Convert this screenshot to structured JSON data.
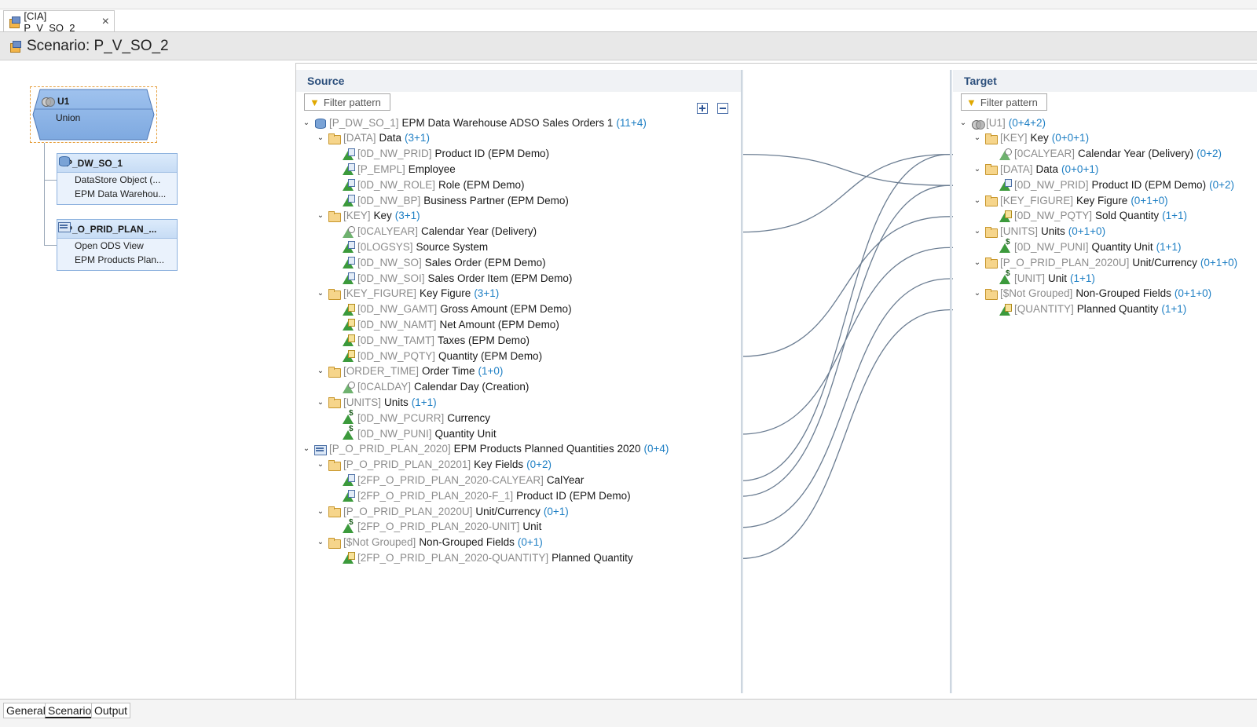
{
  "editor_tab": {
    "label": "[CIA] P_V_SO_2"
  },
  "title": "Scenario: P_V_SO_2",
  "scenario": {
    "union": {
      "name": "U1",
      "type": "Union"
    },
    "nodes": [
      {
        "name": "P_DW_SO_1",
        "line1": "DataStore Object (...",
        "line2": "EPM Data Warehou..."
      },
      {
        "name": "P_O_PRID_PLAN_...",
        "line1": "Open ODS View",
        "line2": "EPM Products Plan..."
      }
    ]
  },
  "source": {
    "header": "Source",
    "filter_placeholder": "Filter pattern",
    "rows": [
      {
        "level": 0,
        "icon": "db",
        "code": "[P_DW_SO_1]",
        "name": "EPM Data Warehouse ADSO Sales Orders 1",
        "count": "(11+4)"
      },
      {
        "level": 1,
        "icon": "folder",
        "code": "[DATA]",
        "name": "Data",
        "count": "(3+1)"
      },
      {
        "level": 2,
        "icon": "char",
        "code": "[0D_NW_PRID]",
        "name": "Product ID (EPM Demo)",
        "count": ""
      },
      {
        "level": 2,
        "icon": "char",
        "code": "[P_EMPL]",
        "name": "Employee",
        "count": ""
      },
      {
        "level": 2,
        "icon": "char",
        "code": "[0D_NW_ROLE]",
        "name": "Role (EPM Demo)",
        "count": ""
      },
      {
        "level": 2,
        "icon": "char",
        "code": "[0D_NW_BP]",
        "name": "Business Partner (EPM Demo)",
        "count": ""
      },
      {
        "level": 1,
        "icon": "folder",
        "code": "[KEY]",
        "name": "Key",
        "count": "(3+1)"
      },
      {
        "level": 2,
        "icon": "time",
        "code": "[0CALYEAR]",
        "name": "Calendar Year (Delivery)",
        "count": ""
      },
      {
        "level": 2,
        "icon": "char",
        "code": "[0LOGSYS]",
        "name": "Source System",
        "count": ""
      },
      {
        "level": 2,
        "icon": "char",
        "code": "[0D_NW_SO]",
        "name": "Sales Order (EPM Demo)",
        "count": ""
      },
      {
        "level": 2,
        "icon": "char",
        "code": "[0D_NW_SOI]",
        "name": "Sales Order Item (EPM Demo)",
        "count": ""
      },
      {
        "level": 1,
        "icon": "folder",
        "code": "[KEY_FIGURE]",
        "name": "Key Figure",
        "count": "(3+1)"
      },
      {
        "level": 2,
        "icon": "kfig",
        "code": "[0D_NW_GAMT]",
        "name": "Gross Amount (EPM Demo)",
        "count": ""
      },
      {
        "level": 2,
        "icon": "kfig",
        "code": "[0D_NW_NAMT]",
        "name": "Net Amount (EPM Demo)",
        "count": ""
      },
      {
        "level": 2,
        "icon": "kfig",
        "code": "[0D_NW_TAMT]",
        "name": "Taxes (EPM Demo)",
        "count": ""
      },
      {
        "level": 2,
        "icon": "kfig",
        "code": "[0D_NW_PQTY]",
        "name": "Quantity (EPM Demo)",
        "count": ""
      },
      {
        "level": 1,
        "icon": "folder",
        "code": "[ORDER_TIME]",
        "name": "Order Time",
        "count": "(1+0)"
      },
      {
        "level": 2,
        "icon": "time",
        "code": "[0CALDAY]",
        "name": "Calendar Day (Creation)",
        "count": ""
      },
      {
        "level": 1,
        "icon": "folder",
        "code": "[UNITS]",
        "name": "Units",
        "count": "(1+1)"
      },
      {
        "level": 2,
        "icon": "unit",
        "code": "[0D_NW_PCURR]",
        "name": "Currency",
        "count": ""
      },
      {
        "level": 2,
        "icon": "unit",
        "code": "[0D_NW_PUNI]",
        "name": "Quantity Unit",
        "count": ""
      },
      {
        "level": 0,
        "icon": "ods",
        "code": "[P_O_PRID_PLAN_2020]",
        "name": "EPM Products Planned Quantities 2020",
        "count": "(0+4)"
      },
      {
        "level": 1,
        "icon": "folder",
        "code": "[P_O_PRID_PLAN_20201]",
        "name": "Key Fields",
        "count": "(0+2)"
      },
      {
        "level": 2,
        "icon": "char",
        "code": "[2FP_O_PRID_PLAN_2020-CALYEAR]",
        "name": "CalYear",
        "count": ""
      },
      {
        "level": 2,
        "icon": "char",
        "code": "[2FP_O_PRID_PLAN_2020-F_1]",
        "name": "Product ID (EPM Demo)",
        "count": ""
      },
      {
        "level": 1,
        "icon": "folder",
        "code": "[P_O_PRID_PLAN_2020U]",
        "name": "Unit/Currency",
        "count": "(0+1)"
      },
      {
        "level": 2,
        "icon": "unit",
        "code": "[2FP_O_PRID_PLAN_2020-UNIT]",
        "name": "Unit",
        "count": ""
      },
      {
        "level": 1,
        "icon": "folder",
        "code": "[$Not Grouped]",
        "name": "Non-Grouped Fields",
        "count": "(0+1)"
      },
      {
        "level": 2,
        "icon": "kfig",
        "code": "[2FP_O_PRID_PLAN_2020-QUANTITY]",
        "name": "Planned Quantity",
        "count": ""
      }
    ]
  },
  "target": {
    "header": "Target",
    "filter_placeholder": "Filter pattern",
    "rows": [
      {
        "level": 0,
        "icon": "union",
        "code": "[U1]",
        "name": "",
        "count": "(0+4+2)"
      },
      {
        "level": 1,
        "icon": "folder",
        "code": "[KEY]",
        "name": "Key",
        "count": "(0+0+1)"
      },
      {
        "level": 2,
        "icon": "time",
        "code": "[0CALYEAR]",
        "name": "Calendar Year (Delivery)",
        "count": "(0+2)"
      },
      {
        "level": 1,
        "icon": "folder",
        "code": "[DATA]",
        "name": "Data",
        "count": "(0+0+1)"
      },
      {
        "level": 2,
        "icon": "char",
        "code": "[0D_NW_PRID]",
        "name": "Product ID (EPM Demo)",
        "count": "(0+2)"
      },
      {
        "level": 1,
        "icon": "folder",
        "code": "[KEY_FIGURE]",
        "name": "Key Figure",
        "count": "(0+1+0)"
      },
      {
        "level": 2,
        "icon": "kfig",
        "code": "[0D_NW_PQTY]",
        "name": "Sold Quantity",
        "count": "(1+1)"
      },
      {
        "level": 1,
        "icon": "folder",
        "code": "[UNITS]",
        "name": "Units",
        "count": "(0+1+0)"
      },
      {
        "level": 2,
        "icon": "unit",
        "code": "[0D_NW_PUNI]",
        "name": "Quantity Unit",
        "count": "(1+1)"
      },
      {
        "level": 1,
        "icon": "folder",
        "code": "[P_O_PRID_PLAN_2020U]",
        "name": "Unit/Currency",
        "count": "(0+1+0)"
      },
      {
        "level": 2,
        "icon": "unit",
        "code": "[UNIT]",
        "name": "Unit",
        "count": "(1+1)"
      },
      {
        "level": 1,
        "icon": "folder",
        "code": "[$Not Grouped]",
        "name": "Non-Grouped Fields",
        "count": "(0+1+0)"
      },
      {
        "level": 2,
        "icon": "kfig",
        "code": "[QUANTITY]",
        "name": "Planned Quantity",
        "count": "(1+1)"
      }
    ]
  },
  "mappings": [
    {
      "source": 2,
      "target": 4
    },
    {
      "source": 7,
      "target": 2
    },
    {
      "source": 15,
      "target": 6
    },
    {
      "source": 20,
      "target": 8
    },
    {
      "source": 23,
      "target": 2
    },
    {
      "source": 24,
      "target": 4
    },
    {
      "source": 26,
      "target": 10
    },
    {
      "source": 28,
      "target": 12
    }
  ],
  "bottom_tabs": [
    {
      "label": "General",
      "active": false
    },
    {
      "label": "Scenario",
      "active": true
    },
    {
      "label": "Output",
      "active": false
    }
  ],
  "colors": {
    "link": "#6b7d92",
    "count": "#1e7fc4",
    "code": "#8c8c8c",
    "panel_header": "#2c4f7c"
  }
}
